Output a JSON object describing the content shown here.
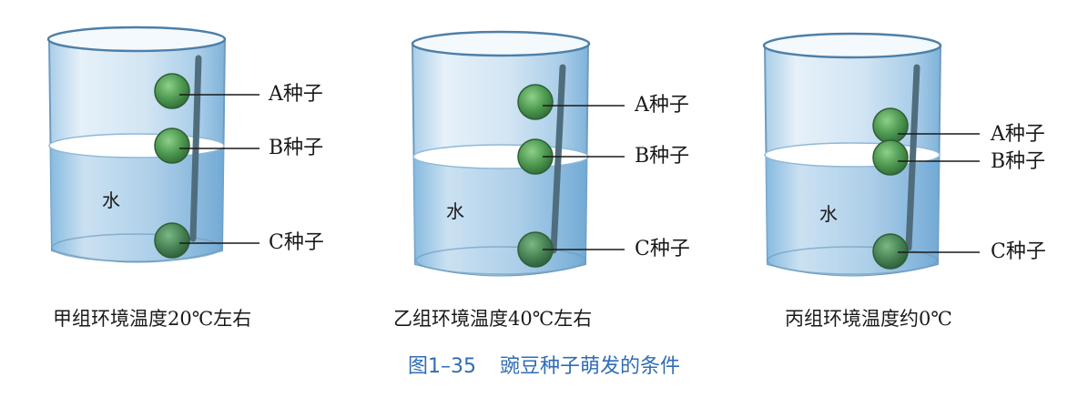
{
  "beakers": [
    {
      "id": "jia",
      "labels": {
        "a": "A种子",
        "b": "B种子",
        "c": "C种子"
      },
      "water_label": "水",
      "caption": "甲组环境温度20℃左右"
    },
    {
      "id": "yi",
      "labels": {
        "a": "A种子",
        "b": "B种子",
        "c": "C种子"
      },
      "water_label": "水",
      "caption": "乙组环境温度40℃左右"
    },
    {
      "id": "bing",
      "labels": {
        "a": "A种子",
        "b": "B种子",
        "c": "C种子"
      },
      "water_label": "水",
      "caption": "丙组环境温度约0℃"
    }
  ],
  "figure": {
    "number": "图1–35",
    "title": "豌豆种子萌发的条件"
  },
  "colors": {
    "title": "#2f6db5",
    "glass": "#cfe3f1",
    "water": "#8fc1e3",
    "seed": "#4f9a52"
  }
}
